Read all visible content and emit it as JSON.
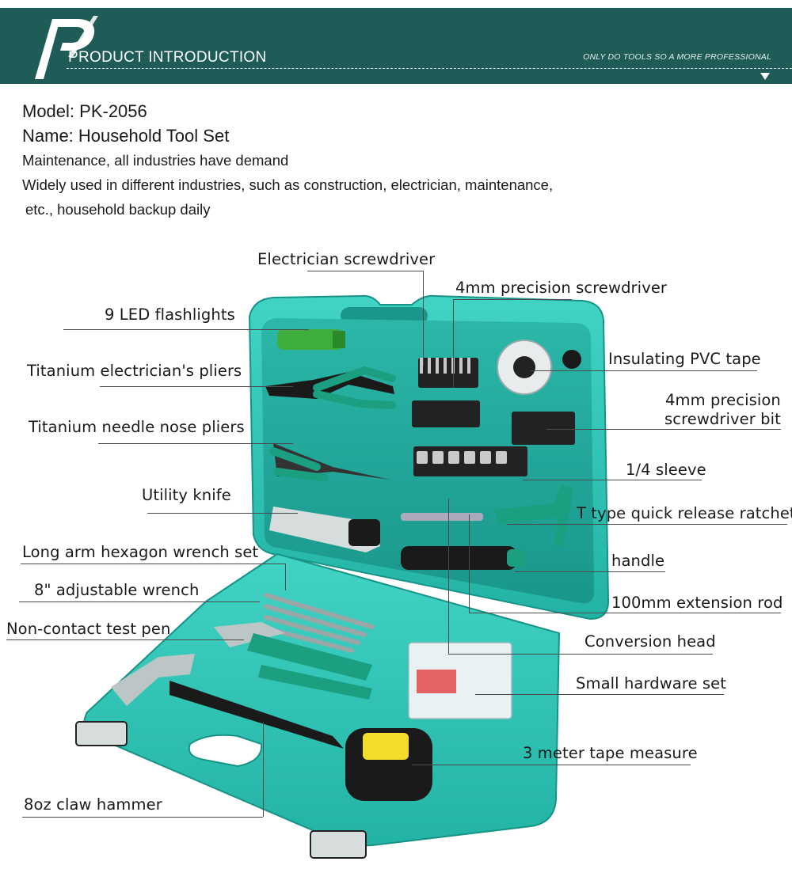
{
  "header": {
    "title": "PRODUCT INTRODUCTION",
    "slogan": "ONLY DO TOOLS SO A MORE PROFESSIONAL"
  },
  "product": {
    "model": "Model: PK-2056",
    "name": "Name: Household Tool Set",
    "desc1": "Maintenance, all industries have demand",
    "desc2": "Widely used in different industries, such as construction, electrician, maintenance,",
    "desc3": "etc., household backup daily"
  },
  "callouts": {
    "electrician_screwdriver": "Electrician screwdriver",
    "precision_screwdriver": "4mm precision screwdriver",
    "led_flashlights": "9 LED flashlights",
    "insulating_tape": "Insulating PVC tape",
    "electricians_pliers": "Titanium electrician's pliers",
    "precision_bit_1": "4mm precision",
    "precision_bit_2": "screwdriver bit",
    "needle_nose_pliers": "Titanium needle nose pliers",
    "sleeve": "1/4 sleeve",
    "utility_knife": "Utility knife",
    "ratchet": "T type quick release ratchet",
    "hex_wrench": "Long arm hexagon wrench set",
    "handle": "handle",
    "adjustable_wrench": "8\" adjustable wrench",
    "extension_rod": "100mm extension rod",
    "test_pen": "Non-contact test pen",
    "conversion_head": "Conversion head",
    "hardware_set": "Small hardware set",
    "tape_measure": "3 meter tape measure",
    "claw_hammer": "8oz claw hammer"
  },
  "colors": {
    "header_bg": "#1f5c57",
    "case_teal": "#2ec4b6",
    "case_dark": "#1fa597",
    "tool_green": "#16a085"
  }
}
